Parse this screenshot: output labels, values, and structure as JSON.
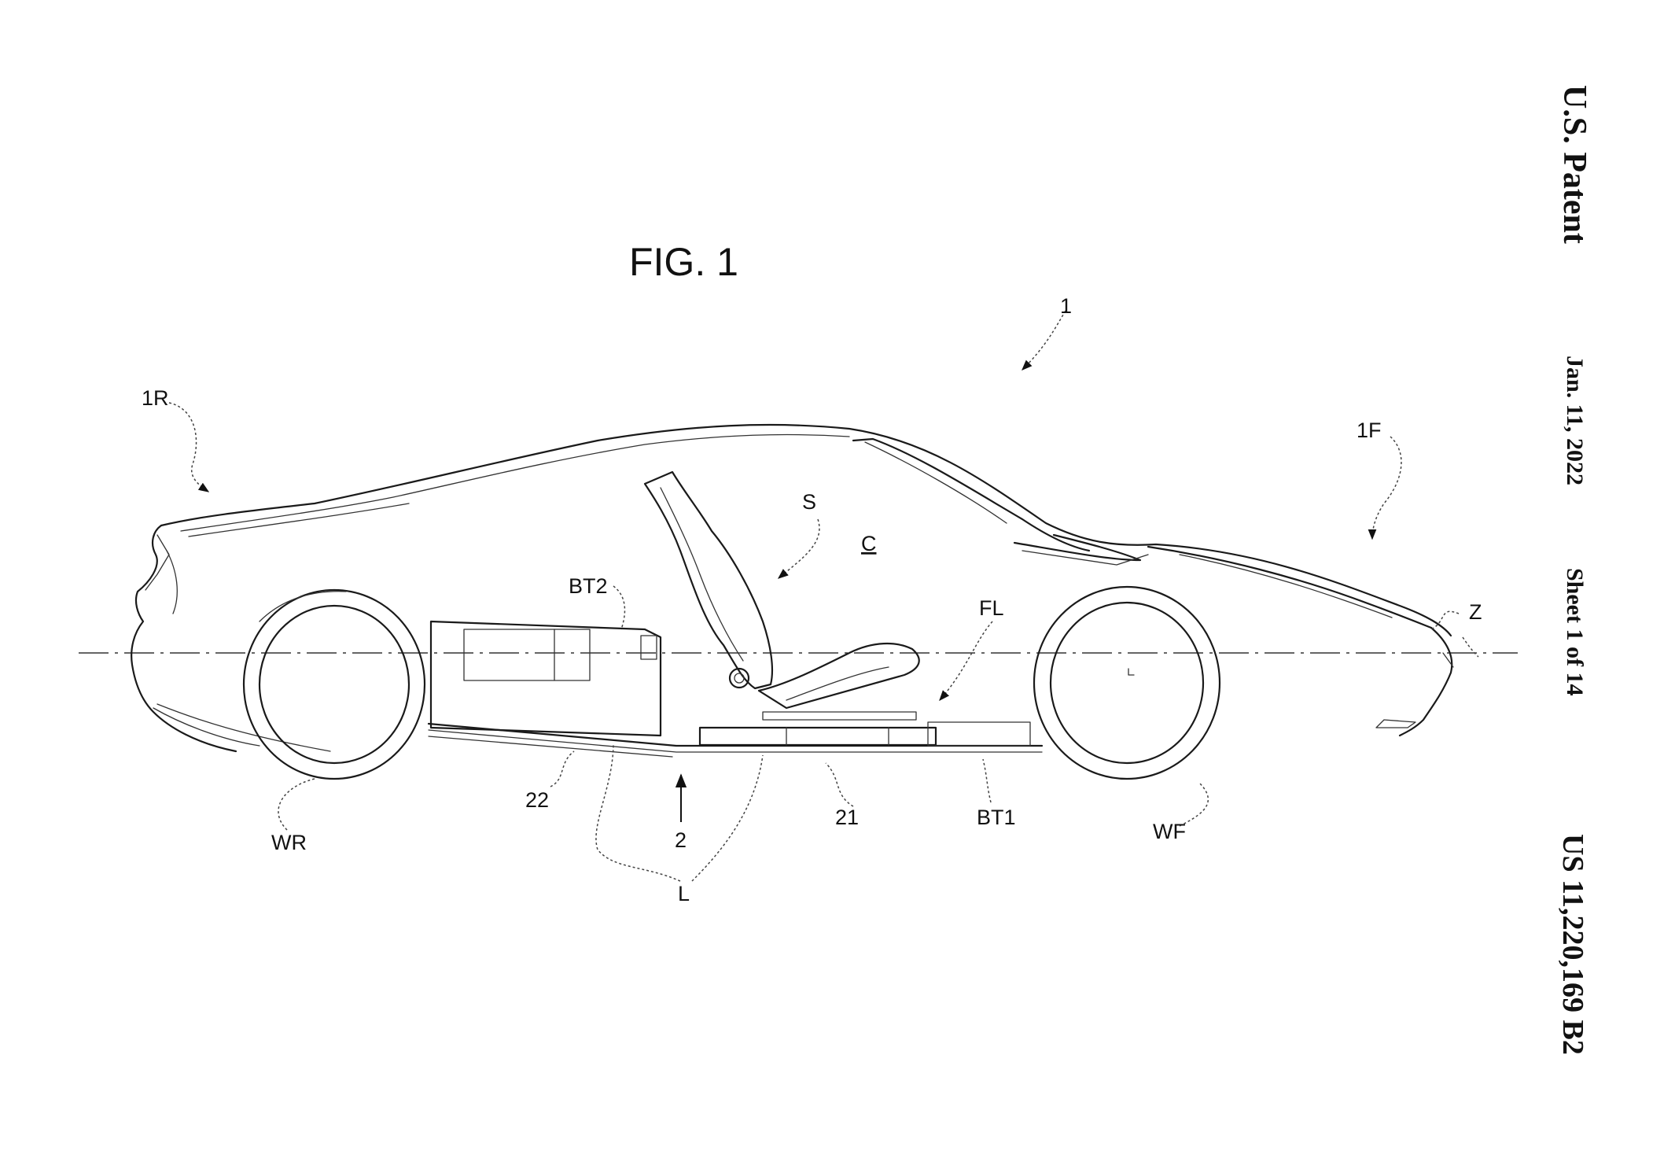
{
  "header": {
    "publisher": "U.S. Patent",
    "date": "Jan. 11, 2022",
    "sheet": "Sheet 1 of 14",
    "patent_number": "US 11,220,169 B2"
  },
  "figure": {
    "title": "FIG. 1",
    "labels": {
      "vehicle": "1",
      "rear": "1R",
      "front": "1F",
      "seat": "S",
      "cabin": "C",
      "battery_rear": "BT2",
      "floor": "FL",
      "axis": "Z",
      "wheel_rear": "WR",
      "rear_part": "22",
      "frame": "2",
      "front_part": "21",
      "battery_front": "BT1",
      "wheel_front": "WF",
      "links": "L"
    }
  }
}
